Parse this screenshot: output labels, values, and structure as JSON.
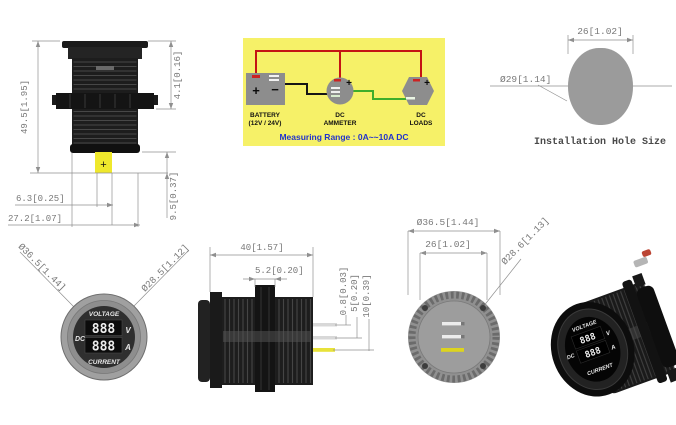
{
  "sheet": {
    "background": "#ffffff",
    "drawing_line_color": "#8f8f8f",
    "dimension_text_color": "#787878"
  },
  "top_side_view": {
    "dim_total_height": "49.5[1.95]",
    "dim_flange": "4.1[0.16]",
    "dim_wire_width": "6.3[0.25]",
    "dim_body_width": "27.2[1.07]",
    "dim_wire_length": "9.5[0.37]",
    "wire_plus_mark": "+"
  },
  "wiring_diagram": {
    "panel_color": "#f6f168",
    "component_color": "#8d8d8d",
    "wire_positive_color": "#c41414",
    "wire_negative_color": "#151515",
    "wire_load_color": "#3fae2a",
    "range_text_color": "#2233cc",
    "battery_name": "BATTERY",
    "battery_rating": "(12V / 24V)",
    "battery_plus": "+",
    "battery_minus": "−",
    "ammeter_line1": "DC",
    "ammeter_line2": "AMMETER",
    "ammeter_plus": "+",
    "loads_line1": "DC",
    "loads_line2": "LOADS",
    "loads_plus": "+",
    "measuring_range": "Measuring Range : 0A~~10A  DC"
  },
  "installation_hole": {
    "dim_flat_width": "26[1.02]",
    "dim_diameter": "Ø29[1.14]",
    "caption": "Installation Hole Size"
  },
  "front_view": {
    "dim_outer_diameter": "Ø36.5[1.44]",
    "dim_bezel_diameter": "Ø28.5[1.12]",
    "label_voltage": "VOLTAGE",
    "label_dc": "DC",
    "label_current": "CURRENT",
    "voltage_digits": "888",
    "voltage_unit": "V",
    "current_digits": "888",
    "current_unit": "A"
  },
  "bottom_side_view": {
    "dim_total_length": "40[1.57]",
    "dim_nut_thickness": "5.2[0.20]",
    "dim_wire_diameter": "0.8[0.03]",
    "dim_wire_pitch": "5[0.20]",
    "dim_wire_span": "10[0.39]"
  },
  "back_view": {
    "dim_outer_diameter": "Ø36.5[1.44]",
    "dim_mount_circle": "26[1.02]",
    "dim_thread_diameter": "Ø28.6[1.13]"
  },
  "product_photo": {
    "label_voltage": "VOLTAGE",
    "label_dc": "DC",
    "label_current": "CURRENT",
    "voltage_digits": "888",
    "voltage_unit": "V",
    "current_digits": "888",
    "current_unit": "A"
  }
}
